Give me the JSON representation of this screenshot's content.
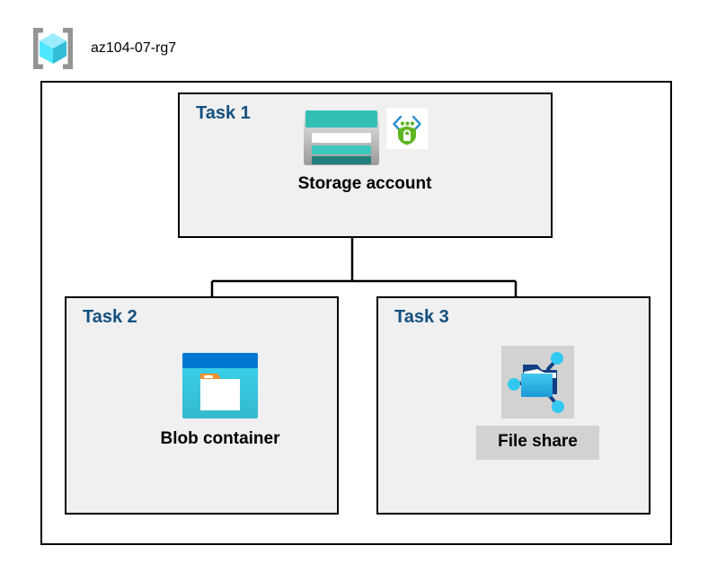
{
  "diagram": {
    "resource_group": {
      "name": "az104-07-rg7",
      "icon": "resource-group-cube-icon"
    },
    "tasks": [
      {
        "id": "task1",
        "label": "Task 1",
        "node_caption": "Storage account",
        "icons": [
          "storage-account-icon",
          "private-endpoint-shield-icon"
        ],
        "caption_shaded": false
      },
      {
        "id": "task2",
        "label": "Task 2",
        "node_caption": "Blob container",
        "icons": [
          "blob-container-icon"
        ],
        "caption_shaded": false
      },
      {
        "id": "task3",
        "label": "Task 3",
        "node_caption": "File share",
        "icons": [
          "file-share-icon"
        ],
        "caption_shaded": true
      }
    ],
    "connections": [
      {
        "from": "Storage account",
        "to": "Blob container"
      },
      {
        "from": "Storage account",
        "to": "File share"
      }
    ],
    "colors": {
      "task_label": "#13507f",
      "box_border": "#000000",
      "box_fill": "#f0f0f0",
      "container_fill": "#ffffff",
      "caption_shade": "#d2d2d2",
      "storage_teal": "#32bfb4",
      "storage_teal_dark": "#21807c",
      "blob_blue": "#0078d4",
      "blob_cyan": "#32cde8",
      "blob_orange": "#f1902b",
      "fileshare_cyan": "#32c8ef",
      "fileshare_navy": "#113f82",
      "shield_green": "#5eb522",
      "bracket_gray": "#949494",
      "cube_cyan": "#50e6ff"
    }
  }
}
